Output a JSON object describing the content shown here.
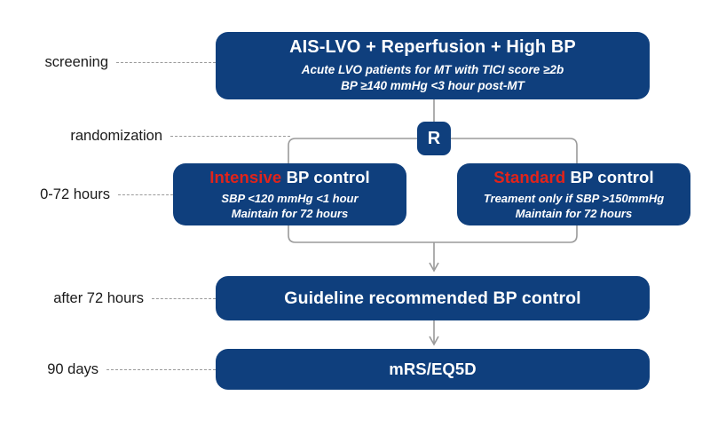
{
  "diagram": {
    "title": "AIS-LVO reperfusion blood pressure trial flow diagram",
    "colors": {
      "node_blue": "#0f3f7d",
      "accent_red": "#e2231a",
      "connector_gray": "#9a9a9a",
      "label_text": "#1a1a1a",
      "background": "#ffffff"
    }
  },
  "stages": [
    {
      "label": "screening"
    },
    {
      "label": "randomization"
    },
    {
      "label": "0-72 hours"
    },
    {
      "label": "after 72 hours"
    },
    {
      "label": "90 days"
    }
  ],
  "nodes": {
    "screening": {
      "title": "AIS-LVO + Reperfusion + High BP",
      "sub_line1": "Acute LVO patients for MT with TICI score ≥2b",
      "sub_line2": "BP ≥140 mmHg <3 hour post-MT"
    },
    "randomization": {
      "badge": "R"
    },
    "intensive": {
      "title_accent": "Intensive",
      "title_rest": " BP control",
      "sub_line1": "SBP <120 mmHg <1 hour",
      "sub_line2": "Maintain for 72 hours"
    },
    "standard": {
      "title_accent": "Standard",
      "title_rest": " BP control",
      "sub_line1": "Treament only if SBP >150mmHg",
      "sub_line2": "Maintain for 72 hours"
    },
    "guideline": {
      "title": "Guideline recommended BP control"
    },
    "outcome": {
      "title": "mRS/EQ5D"
    }
  }
}
